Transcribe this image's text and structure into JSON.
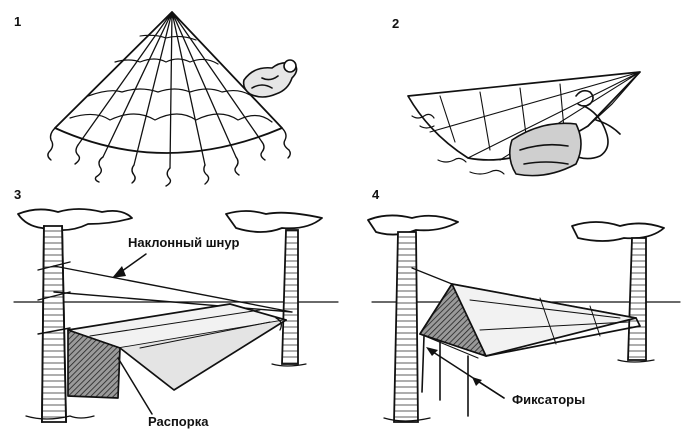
{
  "panels": [
    {
      "number": "1"
    },
    {
      "number": "2"
    },
    {
      "number": "3",
      "callouts": [
        "Наклонный шнур",
        "Распорка"
      ]
    },
    {
      "number": "4",
      "callouts": [
        "Фиксаторы"
      ]
    }
  ],
  "colors": {
    "ink": "#111111",
    "background": "#ffffff",
    "shade": "#555555"
  }
}
